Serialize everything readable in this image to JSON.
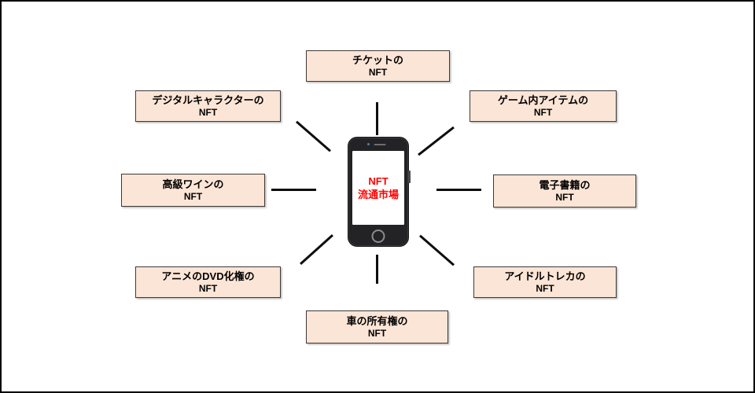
{
  "diagram": {
    "title": "NFT use-case hub diagram",
    "center": {
      "device": "smartphone",
      "line1": "NFT",
      "line2": "流通市場"
    },
    "nodes": [
      {
        "id": "ticket",
        "position": "top",
        "line1": "チケットの",
        "line2": "NFT"
      },
      {
        "id": "digital-character",
        "position": "top-left",
        "line1": "デジタルキャラクターの",
        "line2": "NFT"
      },
      {
        "id": "game-item",
        "position": "top-right",
        "line1": "ゲーム内アイテムの",
        "line2": "NFT"
      },
      {
        "id": "luxury-wine",
        "position": "left",
        "line1": "高級ワインの",
        "line2": "NFT"
      },
      {
        "id": "ebook",
        "position": "right",
        "line1": "電子書籍の",
        "line2": "NFT"
      },
      {
        "id": "anime-dvd-rights",
        "position": "bottom-left",
        "line1": "アニメのDVD化権の",
        "line2": "NFT"
      },
      {
        "id": "idol-trading-card",
        "position": "bottom-right",
        "line1": "アイドルトレカの",
        "line2": "NFT"
      },
      {
        "id": "car-ownership",
        "position": "bottom",
        "line1": "車の所有権の",
        "line2": "NFT"
      }
    ],
    "colors": {
      "box_fill": "#fbe5d6",
      "box_border": "#3f3a38",
      "line_color": "#0e0e0e",
      "center_text": "#ff0000",
      "frame_border": "#000000"
    }
  }
}
